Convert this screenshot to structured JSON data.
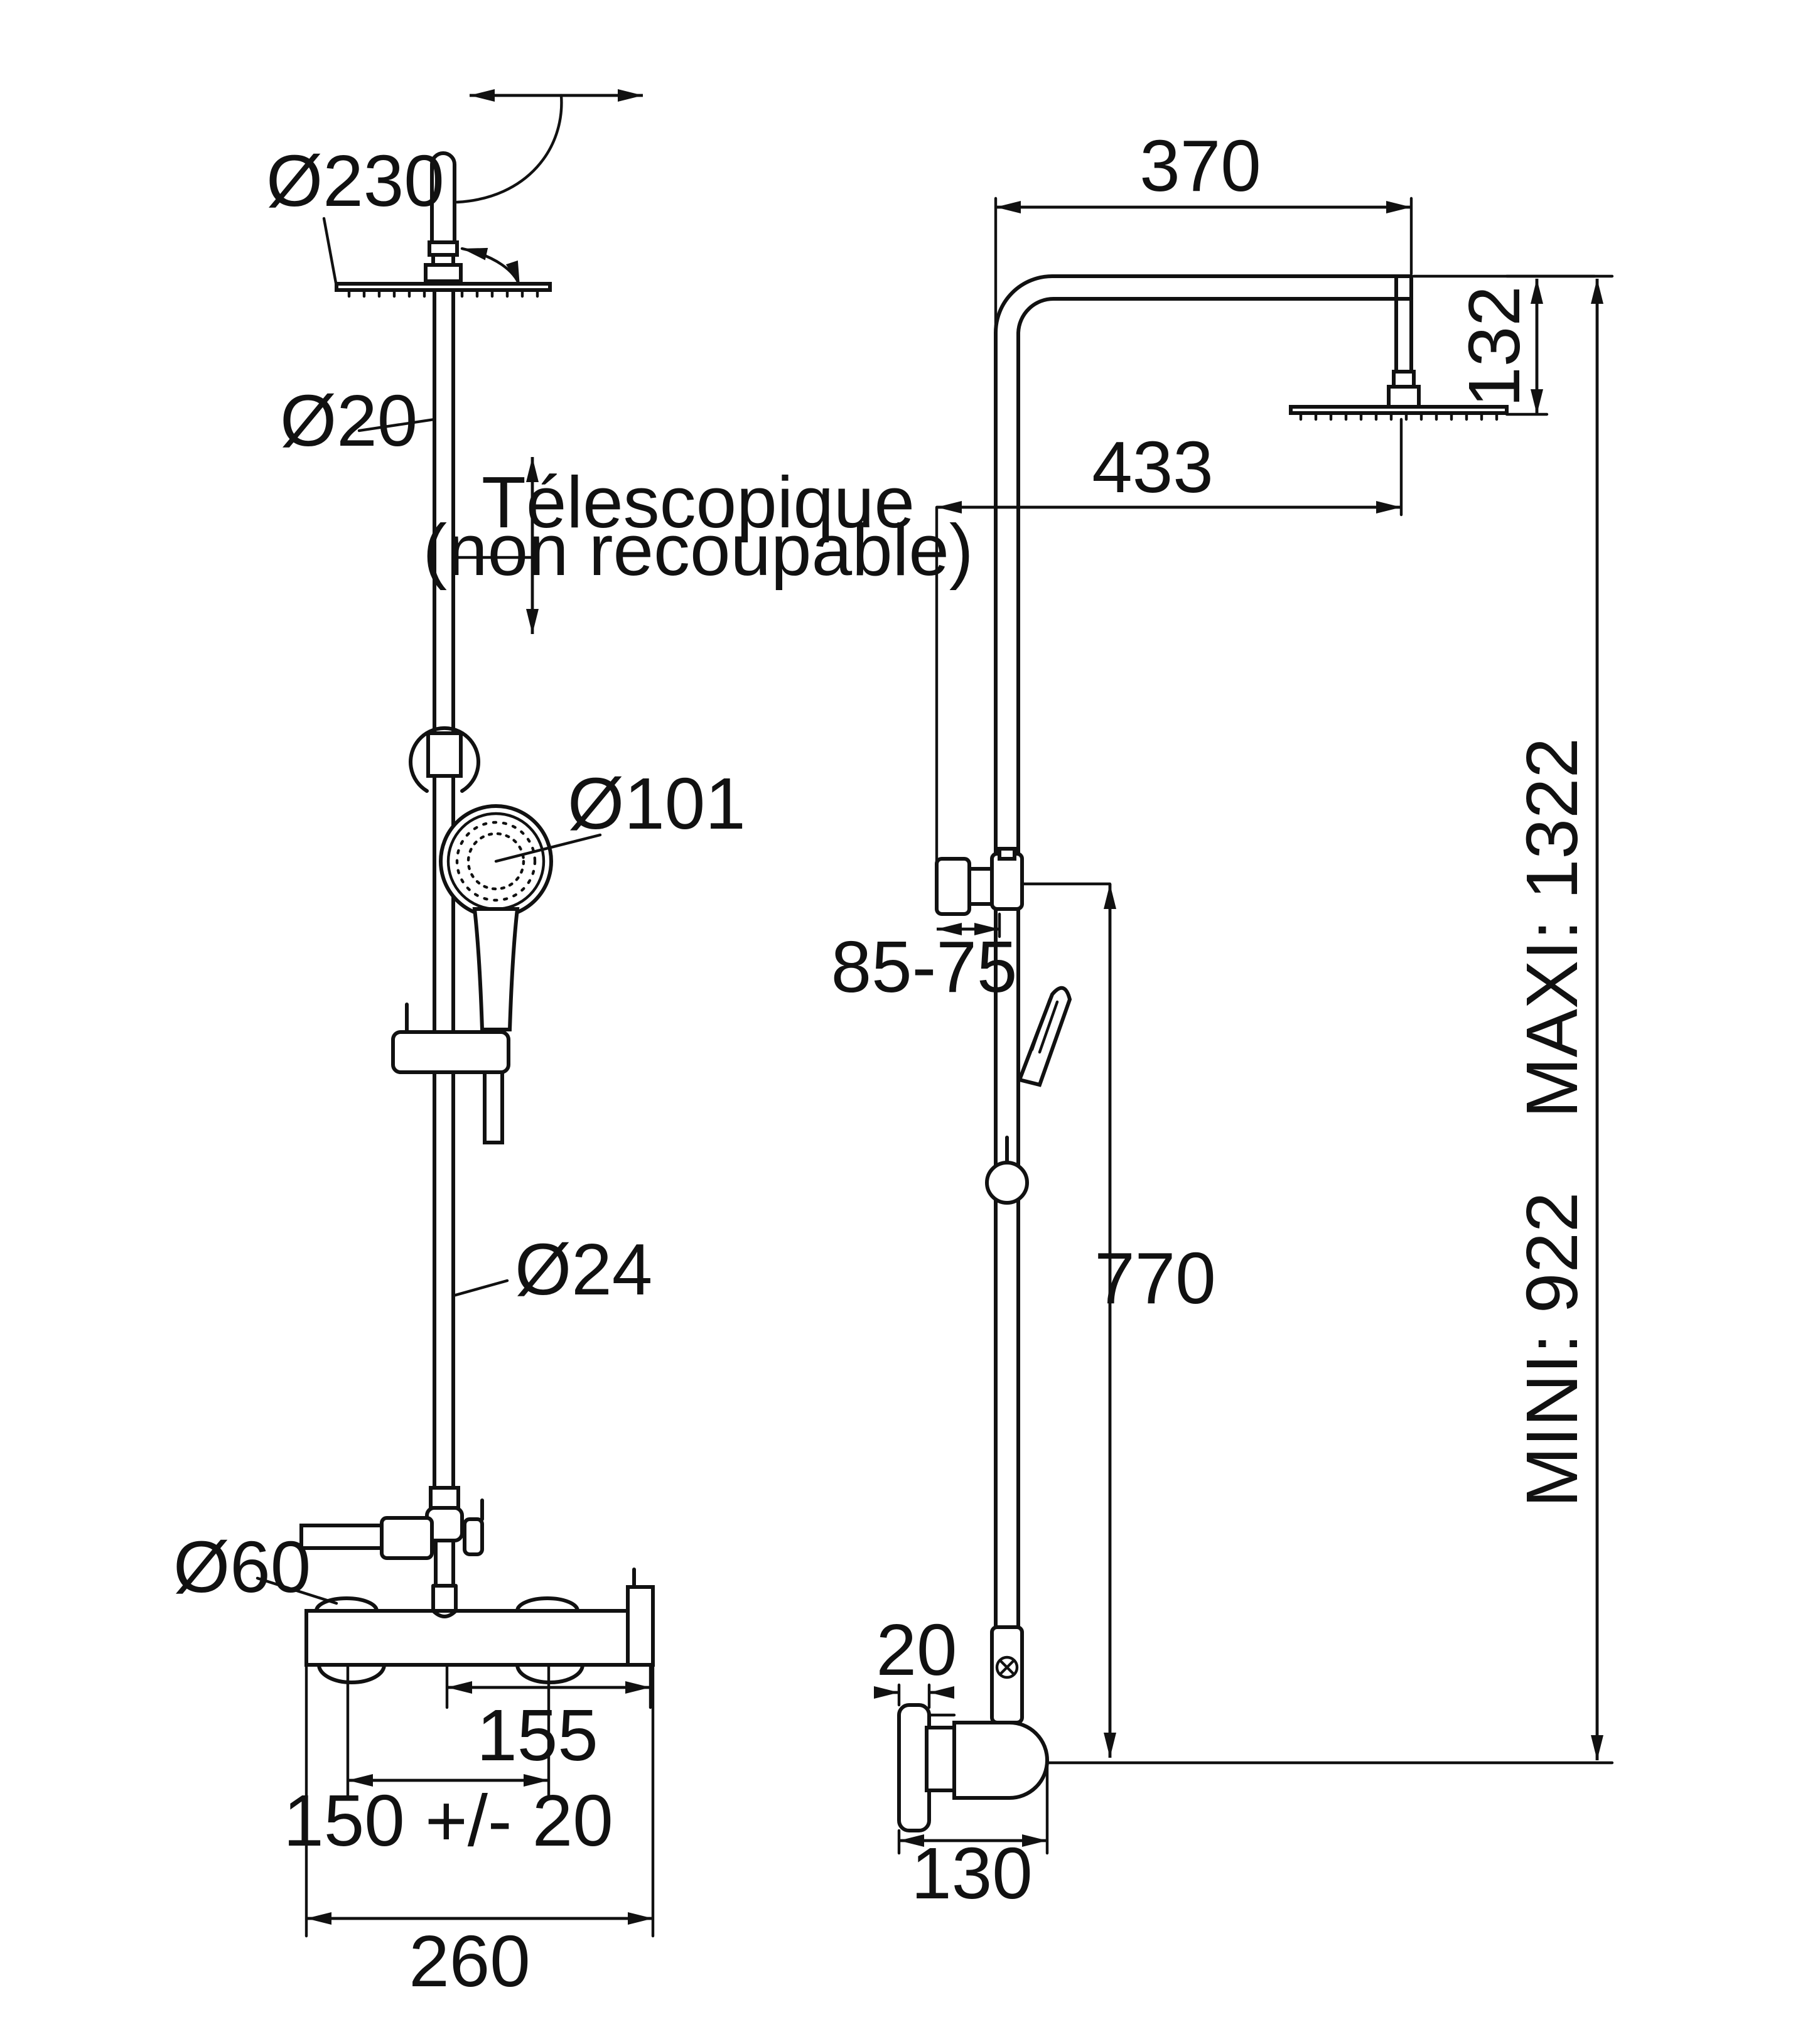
{
  "front_view": {
    "head_diameter": "Ø230",
    "upper_tube_diameter": "Ø20",
    "telescopic_line1": "Télescopique",
    "telescopic_line2": "(non recoupable)",
    "hand_shower_diameter": "Ø101",
    "lower_tube_diameter": "Ø24",
    "escutcheon_diameter": "Ø60",
    "offset_155": "155",
    "entraxe": "150 +/- 20",
    "width_260": "260"
  },
  "side_view": {
    "arm_370": "370",
    "head_drop_132": "132",
    "reach_433": "433",
    "bracket_85_75": "85-75",
    "height_770": "770",
    "maxi": "MAXI: 1322",
    "mini": "MINI: 922",
    "depth_20": "20",
    "depth_130": "130"
  }
}
